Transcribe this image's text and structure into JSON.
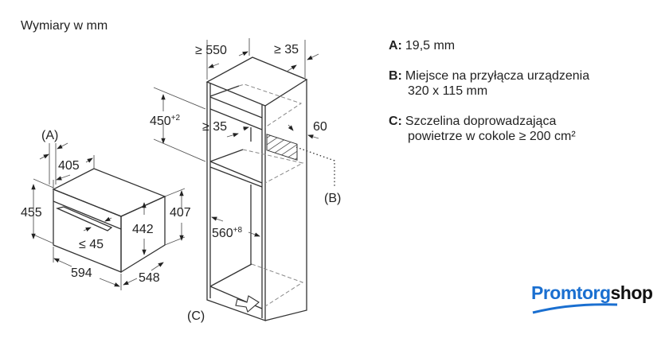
{
  "title": "Wymiary w mm",
  "legend": [
    {
      "key": "A:",
      "text": "19,5 mm",
      "text2": ""
    },
    {
      "key": "B:",
      "text": "Miejsce na przyłącza urządzenia",
      "text2": "320 x 115 mm"
    },
    {
      "key": "C:",
      "text": "Szczelina doprowadzająca",
      "text2": "powietrze w cokole ≥ 200 cm²"
    }
  ],
  "oven_dims": {
    "a_label": "(A)",
    "d405": "405",
    "d455": "455",
    "d442": "442",
    "d407": "407",
    "d45": "≤ 45",
    "d594": "594",
    "d548": "548"
  },
  "cabinet_dims": {
    "d550": "≥ 550",
    "d35_top": "≥ 35",
    "d450": "450",
    "d450_sup": "+2",
    "d35_inner": "≥ 35",
    "d60": "60",
    "b_label": "(B)",
    "d560": "560",
    "d560_sup": "+8",
    "c_label": "(C)"
  },
  "logo": {
    "part1": "Promtorg",
    "part2": "shop",
    "color1": "#1a6fd0",
    "color2": "#111111"
  }
}
